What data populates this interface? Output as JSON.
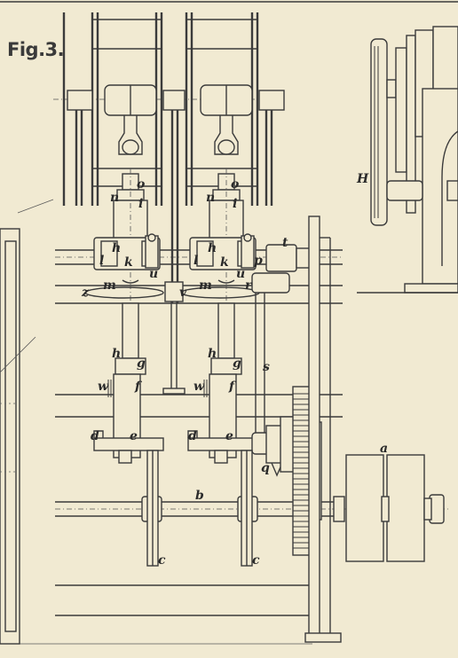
{
  "figure": {
    "label": "Fig.3.",
    "part_letters": {
      "a": "a",
      "b": "b",
      "c1": "c",
      "c2": "c",
      "d1": "d",
      "d2": "d",
      "e1": "e",
      "e2": "e",
      "f1": "f",
      "f2": "f",
      "g1": "g",
      "g2": "g",
      "h1": "h",
      "h2": "h",
      "h3": "h",
      "h4": "h",
      "i1": "i",
      "i2": "i",
      "k1": "k",
      "k2": "k",
      "l1": "l",
      "l2": "l",
      "m1": "m",
      "m2": "m",
      "n1": "n",
      "n2": "n",
      "o1": "o",
      "o2": "o",
      "p": "p",
      "q": "q",
      "r": "r",
      "s": "s",
      "t": "t",
      "u1": "u",
      "u2": "u",
      "v": "v",
      "w1": "w",
      "w2": "w",
      "z": "z",
      "H": "H"
    }
  },
  "colors": {
    "paper": "#f1ead2",
    "ink": "#3b3b3b"
  }
}
